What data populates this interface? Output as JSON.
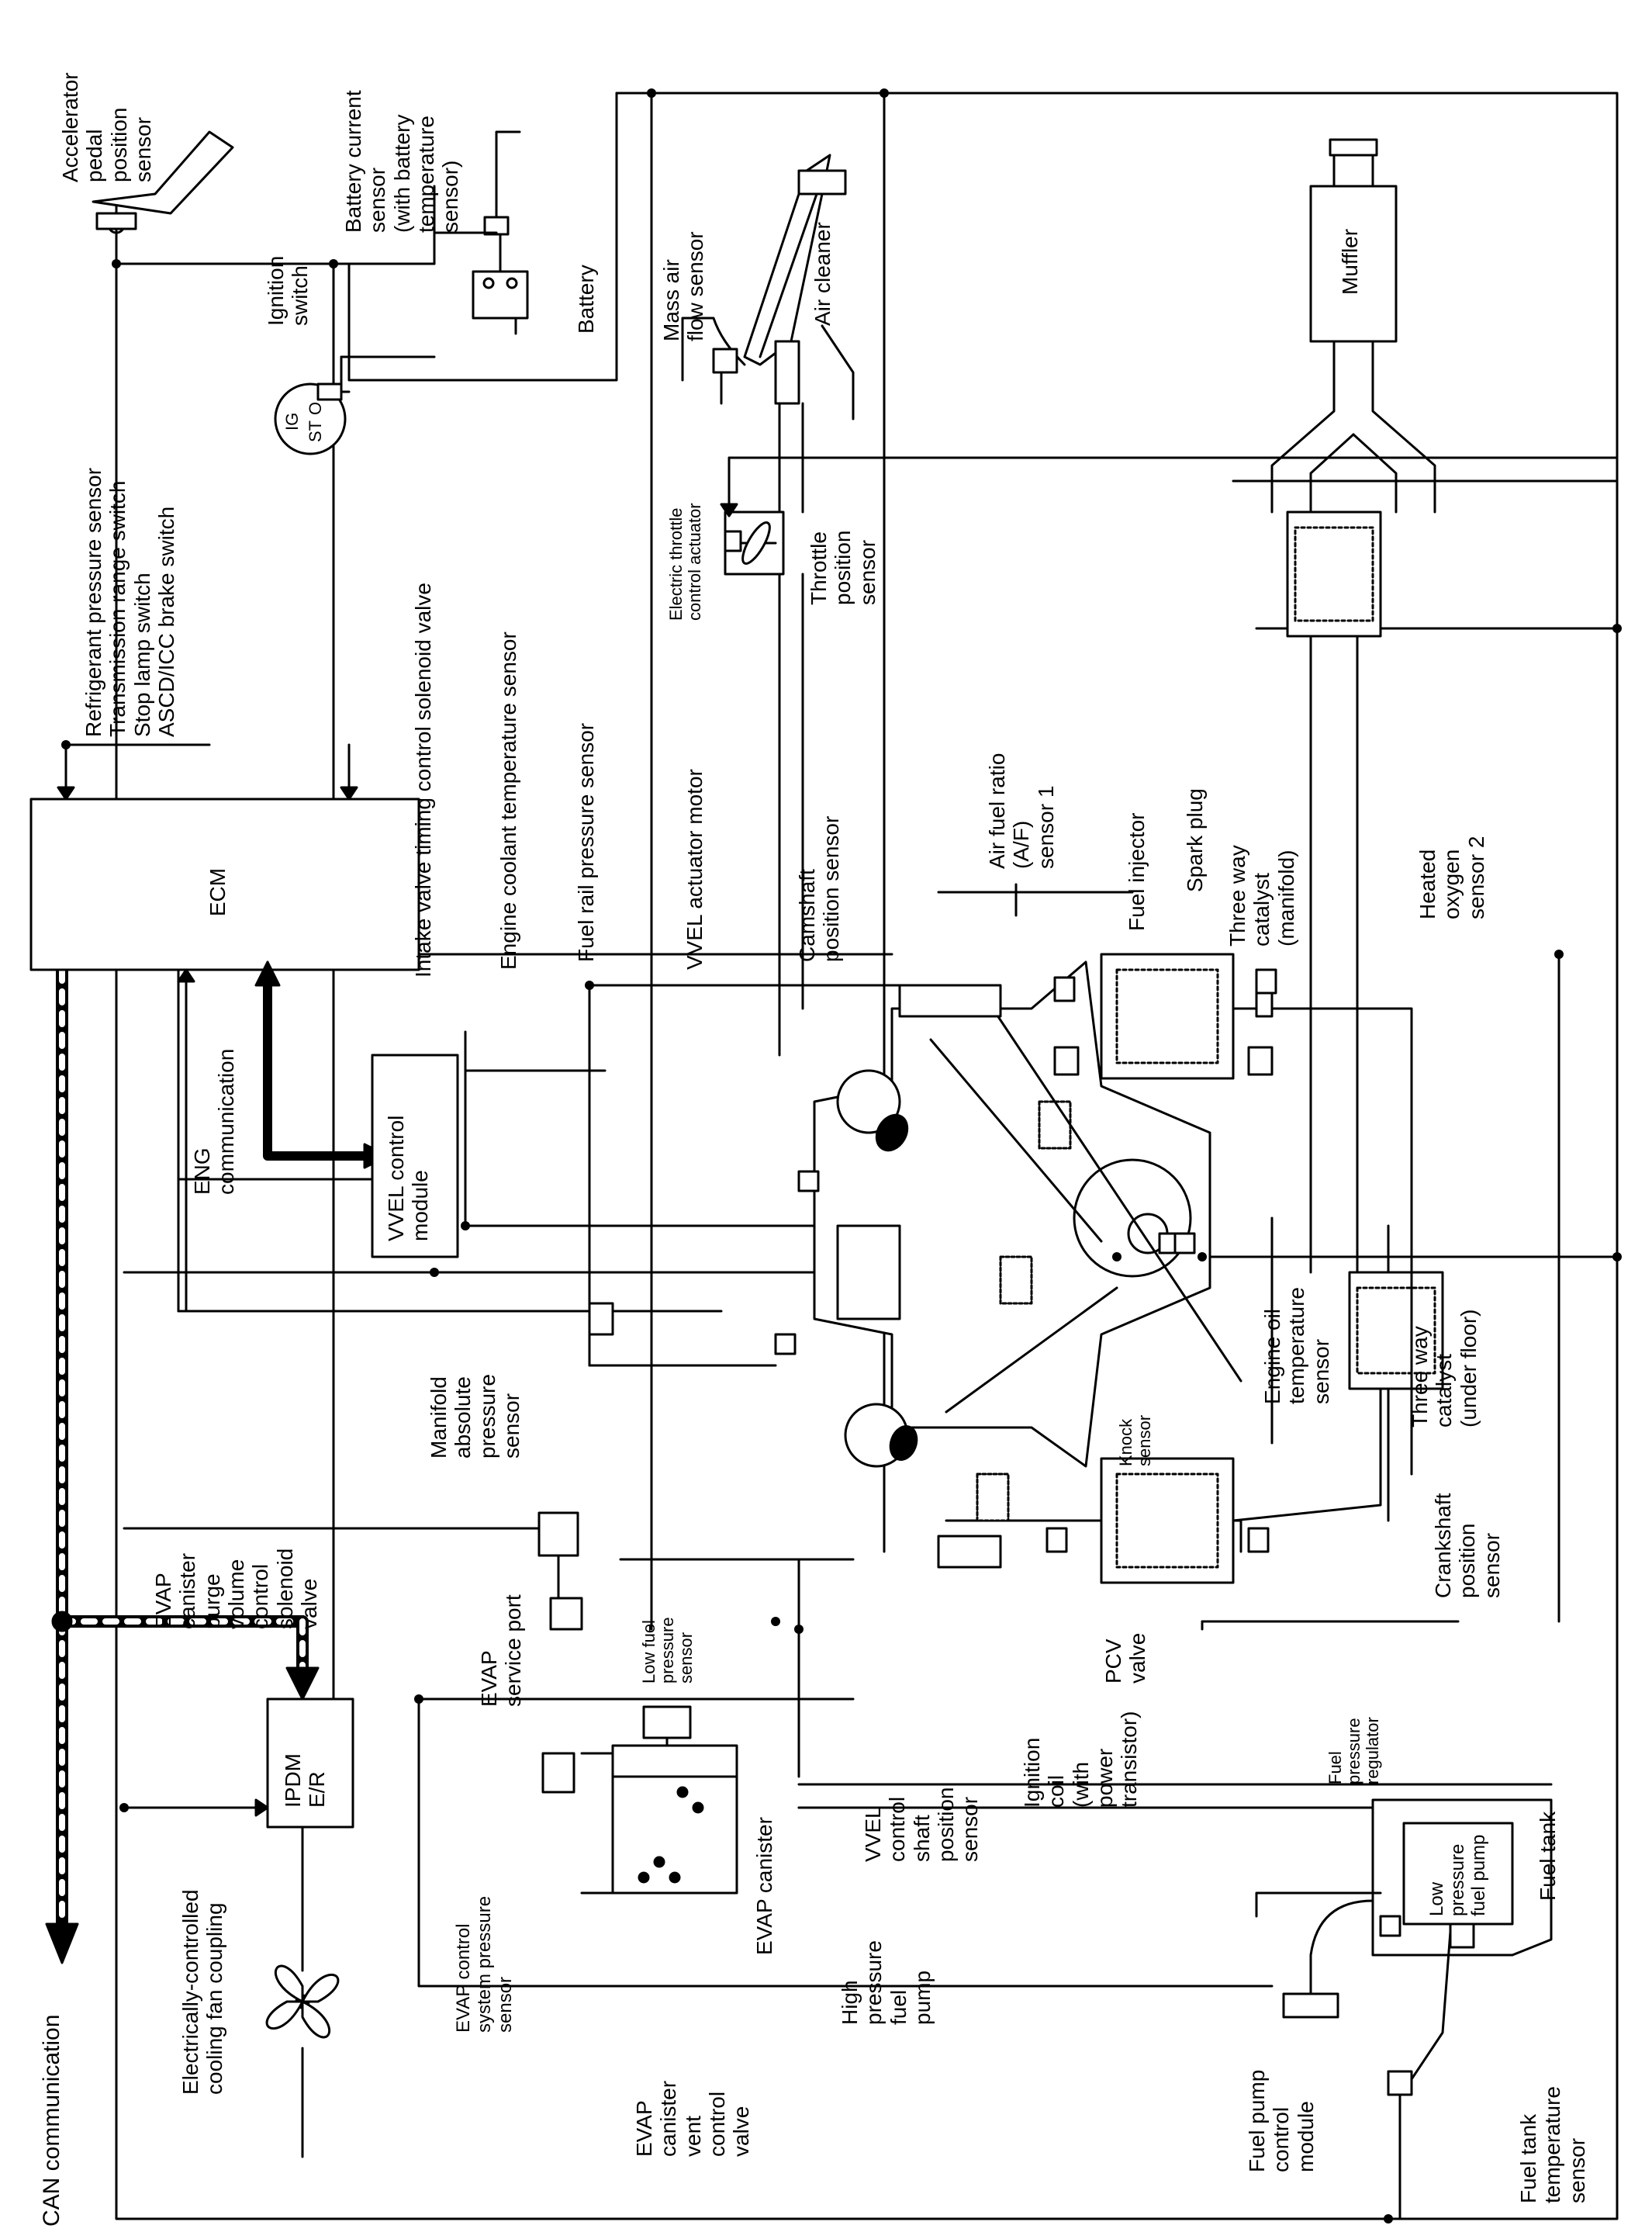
{
  "labels": {
    "can_communication": "CAN communication",
    "cooling_fan": "Electrically-controlled\ncooling fan coupling",
    "ipdm": "IPDM\nE/R",
    "ecm": "ECM",
    "eng_communication": "ENG\ncommunication",
    "vvel_control_module": "VVEL control\nmodule",
    "evap_purge": "EVAP\ncanister\npurge\nvolume\ncontrol\nsolenoid\nvalve",
    "manifold_abs": "Manifold\nabsolute\npressure\nsensor",
    "evap_service_port": "EVAP\nservice port",
    "evap_pressure_sensor": "EVAP control\nsystem pressure\nsensor",
    "evap_vent_valve": "EVAP\ncanister\nvent\ncontrol\nvalve",
    "evap_canister": "EVAP canister",
    "low_fuel_pressure": "Low fuel\npressure\nsensor",
    "high_pressure_pump": "High\npressure\nfuel\npump",
    "vvel_shaft": "VVEL\ncontrol\nshaft\nposition\nsensor",
    "ignition_coil": "Ignition\ncoil\n(with\npower\ntransistor)",
    "pcv_valve": "PCV\nvalve",
    "fuel_pump_module": "Fuel pump\ncontrol\nmodule",
    "fuel_pressure_regulator": "Fuel\npressure\nregulator",
    "low_pressure_pump": "Low\npressure\nfuel pump",
    "fuel_tank": "Fuel tank",
    "fuel_tank_temp": "Fuel tank\ntemperature\nsensor",
    "crankshaft": "Crankshaft\nposition\nsensor",
    "knock": "Knock\nsensor",
    "engine_oil_temp": "Engine oil\ntemperature\nsensor",
    "three_way_underfloor": "Three way\ncatalyst\n(under floor)",
    "heated_o2": "Heated\noxygen\nsensor 2",
    "three_way_manifold": "Three way\ncatalyst\n(manifold)",
    "spark_plug": "Spark plug",
    "fuel_injector": "Fuel injector",
    "af_sensor": "Air fuel ratio\n(A/F)\nsensor 1",
    "camshaft": "Camshaft\nposition sensor",
    "vvel_motor": "VVEL actuator motor",
    "fuel_rail": "Fuel rail pressure sensor",
    "coolant": "Engine coolant temperature sensor",
    "ivt": "Intake valve timing control solenoid valve",
    "switch_list": "Refrigerant pressure sensor\nTransmission range switch\nStop lamp switch\nASCD/ICC brake switch",
    "throttle_actuator": "Electric throttle\ncontrol actuator",
    "throttle_position": "Throttle\nposition\nsensor",
    "muffler": "Muffler",
    "maf": "Mass air\nflow sensor",
    "air_cleaner": "Air cleaner",
    "ignition_switch": "Ignition\nswitch",
    "battery": "Battery",
    "battery_current": "Battery current\nsensor\n(with battery\ntemperature\nsensor)",
    "accelerator": "Accelerator\npedal\nposition\nsensor",
    "ig_letters": "IG",
    "st_letters": "ST",
    "o_letter": "O"
  },
  "colors": {
    "line": "#000000",
    "background": "#ffffff",
    "can_bus_fill": "#ffffff"
  },
  "icons": [
    "cooling-fan-icon",
    "ignition-switch-icon",
    "battery-icon",
    "accelerator-pedal-icon",
    "throttle-body-icon",
    "engine-v6-icon",
    "catalyst-icon",
    "muffler-icon",
    "evap-canister-icon",
    "fuel-tank-icon"
  ]
}
